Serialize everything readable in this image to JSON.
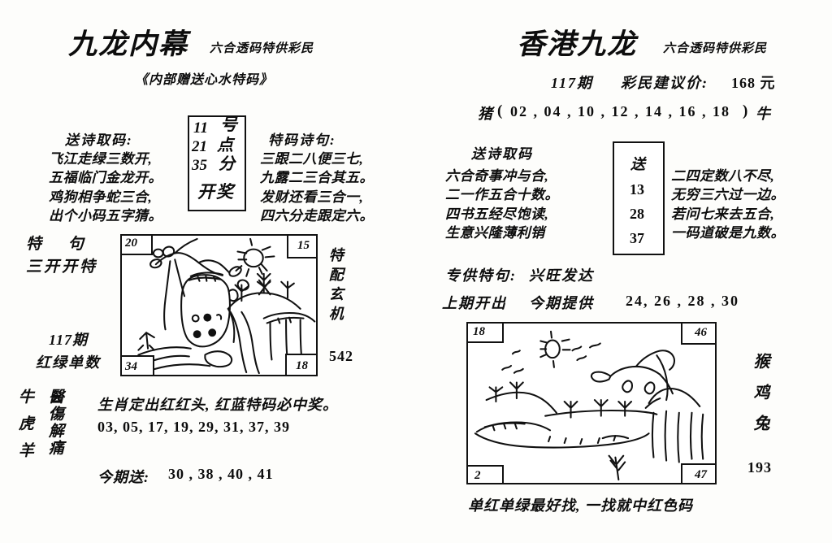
{
  "left_panel": {
    "masthead": "九龙内幕",
    "masthead_sub": "六合透码特供彩民",
    "subtitle": "《内部赠送心水特码》",
    "poem_left_label": "送诗取码:",
    "poem_left_lines": [
      "飞江走绿三数开,",
      "五福临门金龙开。",
      "鸡狗相争蛇三合,",
      "出个小码五字猜。"
    ],
    "time_box": {
      "day": "11",
      "day_unit": "号",
      "hour": "21",
      "hour_unit": "点",
      "minute": "35",
      "minute_unit": "分",
      "action": "开奖"
    },
    "poem_right_label": "特码诗句:",
    "poem_right_lines": [
      "三跟二八便三七,",
      "九露二三合其五。",
      "发财还看三合一,",
      "四六分走跟定六。"
    ],
    "side_left_top": "特 句",
    "side_left_top2": "三开开特",
    "issue": "117期",
    "issue_note": "红绿单数",
    "zodiac_col": "牛虎羊",
    "remedy_col": "醫傷解痛",
    "side_right_vert": "特配玄机",
    "side_right_num": "542",
    "picture_corners": {
      "top_left": "20",
      "top_right": "15",
      "bottom_left": "34",
      "bottom_right": "18"
    },
    "slogan": "生肖定出红红头, 红蓝特码必中奖。",
    "numbers": "03, 05, 17, 19,  29, 31, 37, 39",
    "current_label": "今期送:",
    "current_numbers": "30 , 38 , 40 , 41"
  },
  "right_panel": {
    "masthead": "香港九龙",
    "masthead_sub": "六合透码特供彩民",
    "issue": "117期",
    "price_label": "彩民建议价:",
    "price_value": "168 元",
    "range_open_zodiac": "猪",
    "range_open_paren": "(",
    "range_numbers": "02 , 04 , 10 , 12 , 14 , 16 , 18",
    "range_close_paren": ")",
    "range_close_zodiac": "牛",
    "poem_label": "送诗取码",
    "poem_left_lines": [
      "六合奇事冲与合,",
      "二一作五合十数。",
      "四书五经尽饱读,",
      "生意兴隆薄利销"
    ],
    "send_box": {
      "title": "送",
      "values": [
        "13",
        "28",
        "37"
      ]
    },
    "poem_right_lines": [
      "二四定数八不尽,",
      "无穷三六过一边。",
      "若问七来去五合,",
      "一码道破是九数。"
    ],
    "special_label": "专供特句:",
    "special_value": "兴旺发达",
    "last_issue_label": "上期开出",
    "this_issue_label": "今期提供",
    "this_issue_numbers": "24,  26 , 28 , 30",
    "picture_corners": {
      "top_left": "18",
      "top_right": "46",
      "bottom_left": "2",
      "bottom_right": "47"
    },
    "zodiac_col": "猴鸡兔",
    "side_num": "193",
    "footer": "单红单绿最好找, 一找就中红色码"
  },
  "colors": {
    "ink": "#0d0d0d",
    "paper": "#fdfdfb"
  }
}
